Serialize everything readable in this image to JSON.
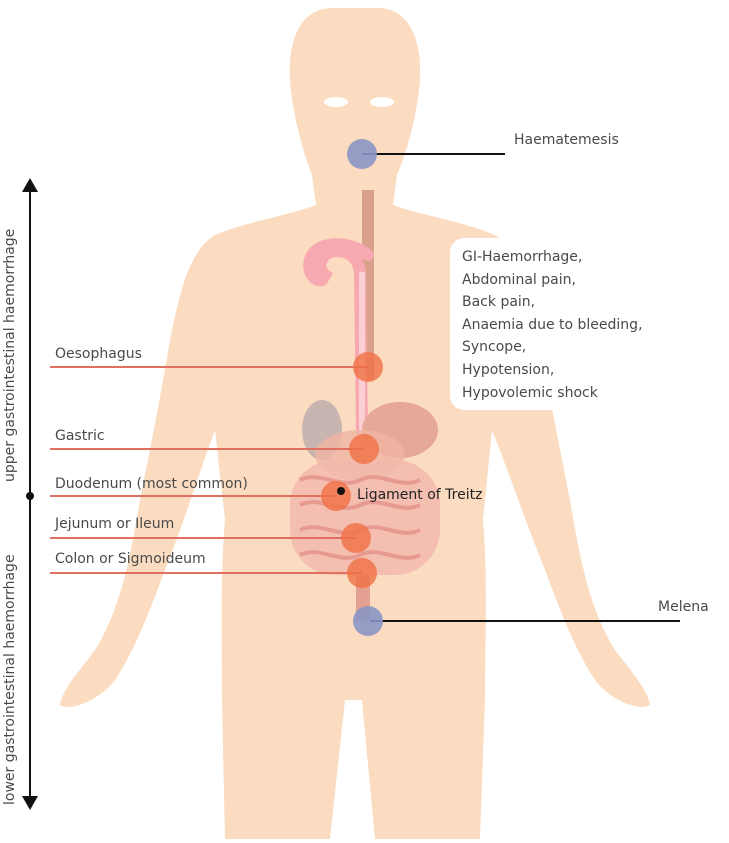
{
  "labels": {
    "haematemesis": "Haematemesis",
    "melena": "Melena",
    "oesophagus": "Oesophagus",
    "gastric": "Gastric",
    "duodenum": "Duodenum (most common)",
    "ligament": "Ligament of Treitz",
    "jejunum": "Jejunum or Ileum",
    "colon": "Colon or Sigmoideum",
    "upper_axis": "upper gastrointestinal haemorrhage",
    "lower_axis": "lower gastrointestinal haemorrhage"
  },
  "symptoms": [
    "GI-Haemorrhage,",
    "Abdominal pain,",
    "Back pain,",
    "Anaemia due to bleeding,",
    "Syncope,",
    "Hypotension,",
    "Hypovolemic shock"
  ],
  "colors": {
    "skin": "#fbdcc0",
    "upper_marker": "#f07045",
    "blue_marker": "#8a96c4",
    "line_red": "#e07060",
    "line_black": "#111111"
  }
}
